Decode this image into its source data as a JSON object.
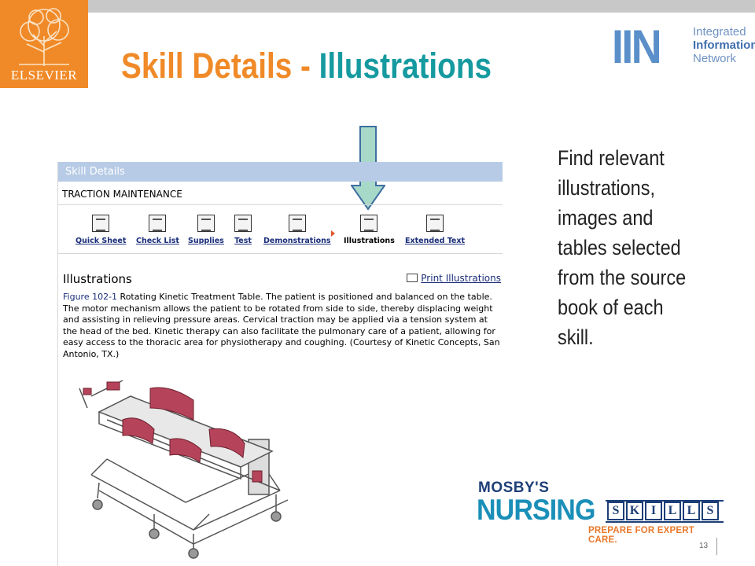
{
  "header": {
    "publisher_logo_text": "ELSEVIER",
    "title_part1": "Skill Details - ",
    "title_part2": "Illustrations",
    "iin_letters": "IIN",
    "iin_lines": [
      "Integrated",
      "Information",
      "Network"
    ]
  },
  "panel": {
    "header_label": "Skill Details",
    "skill_name": "TRACTION MAINTENANCE",
    "toolbar": [
      {
        "label": "Quick Sheet",
        "icon": "quick-sheet-icon",
        "active": false
      },
      {
        "label": "Check List",
        "icon": "check-list-icon",
        "active": false
      },
      {
        "label": "Supplies",
        "icon": "supplies-icon",
        "active": false
      },
      {
        "label": "Test",
        "icon": "test-icon",
        "active": false
      },
      {
        "label": "Demonstrations",
        "icon": "demonstrations-icon",
        "active": false
      },
      {
        "label": "Illustrations",
        "icon": "illustrations-icon",
        "active": true
      },
      {
        "label": "Extended Text",
        "icon": "extended-text-icon",
        "active": false
      }
    ],
    "section_title": "Illustrations",
    "print_label": "Print Illustrations",
    "figure_label": "Figure 102-1",
    "figure_caption": " Rotating Kinetic Treatment Table. The patient is positioned and balanced on the table. The motor mechanism allows the patient to be rotated from side to side, thereby displacing weight and assisting in relieving pressure areas. Cervical traction may be applied via a tension system at the head of the bed. Kinetic therapy can also facilitate the pulmonary care of a patient, allowing for easy access to the thoracic area for physiotherapy and coughing. (Courtesy of Kinetic Concepts, San Antonio, TX.)"
  },
  "description": "Find relevant illustrations, images and tables selected from the source book of each skill.",
  "mosby_logo": {
    "top": "MOSBY'S",
    "nursing": "NURSING",
    "skills_letters": [
      "S",
      "K",
      "I",
      "L",
      "L",
      "S"
    ],
    "tagline": "PREPARE FOR EXPERT CARE."
  },
  "page_number": "13",
  "colors": {
    "orange": "#f08a28",
    "teal": "#159aa0",
    "panel_header": "#b7cbe6",
    "link_blue": "#1a2e7a",
    "arrow_fill": "#a8d8c8"
  }
}
